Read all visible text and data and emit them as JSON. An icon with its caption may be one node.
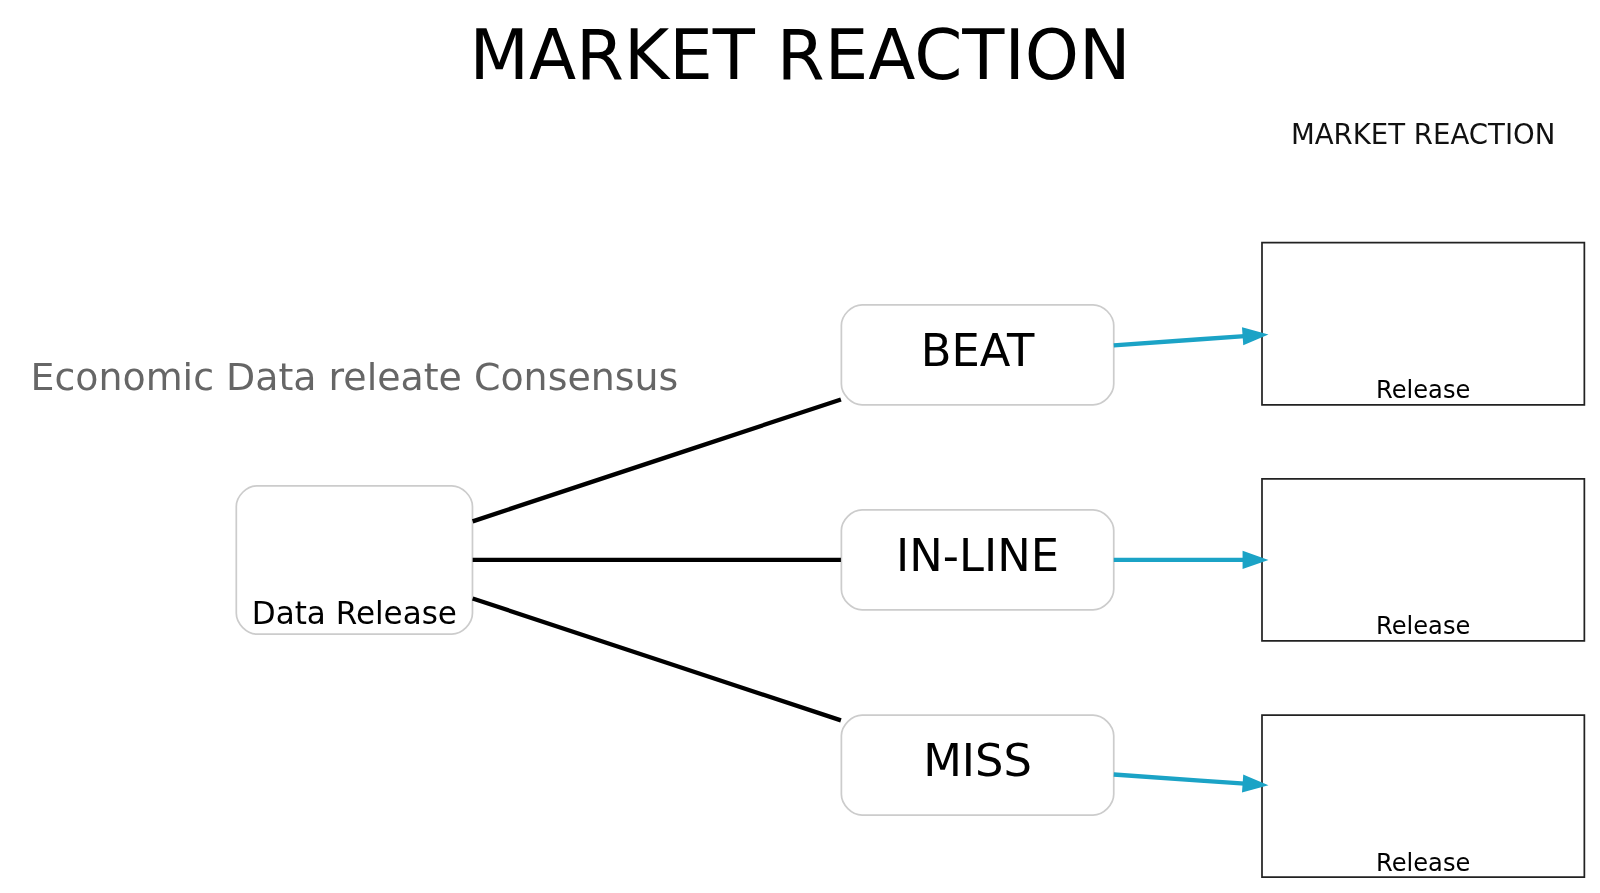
{
  "diagram": {
    "title": "MARKET REACTION",
    "nodes": [
      {
        "text": [
          "Data Release"
        ]
      },
      {
        "text": [
          "BEAT"
        ]
      },
      {
        "text": [
          "IN-LINE"
        ]
      },
      {
        "text": [
          "MISS"
        ]
      },
      {
        "text": [
          "Release"
        ]
      },
      {
        "text": [
          "Release"
        ]
      },
      {
        "text": [
          "Release"
        ]
      }
    ],
    "edges": [
      {
        "from": 0,
        "to": 1,
        "arrow": "none"
      },
      {
        "from": 0,
        "to": 2,
        "arrow": "none"
      },
      {
        "from": 0,
        "to": 3,
        "arrow": "none"
      },
      {
        "from": 1,
        "to": 4,
        "arrow": "to",
        "color": "#1ba3c6"
      },
      {
        "from": 2,
        "to": 5,
        "arrow": "to",
        "color": "#1ba3c6"
      },
      {
        "from": 3,
        "to": 6,
        "arrow": "to",
        "color": "#1ba3c6"
      }
    ],
    "labels": [
      "Economic Data releate Consensus",
      "MARKET REACTION"
    ]
  }
}
